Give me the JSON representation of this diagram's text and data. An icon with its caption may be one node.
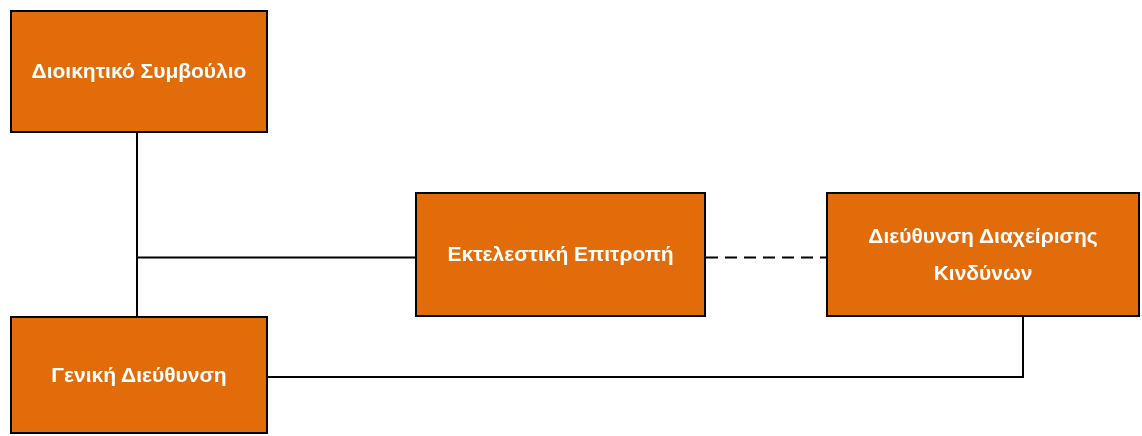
{
  "diagram": {
    "nodes": [
      {
        "text": [
          "Διοικητικό Συμβούλιο"
        ]
      },
      {
        "text": [
          "Εκτελεστική Επιτροπή"
        ]
      },
      {
        "text": [
          "Διεύθυνση Διαχείρισης Κινδύνων"
        ]
      },
      {
        "text": [
          "Γενική Διεύθυνση"
        ]
      }
    ],
    "edges": [
      {
        "from": 0,
        "to": 3,
        "arrow": "none"
      },
      {
        "from": 0,
        "to": 1,
        "arrow": "none"
      },
      {
        "from": 1,
        "to": 2,
        "arrow": "none",
        "style": "dashed"
      },
      {
        "from": 2,
        "to": 3,
        "arrow": "none"
      }
    ]
  }
}
